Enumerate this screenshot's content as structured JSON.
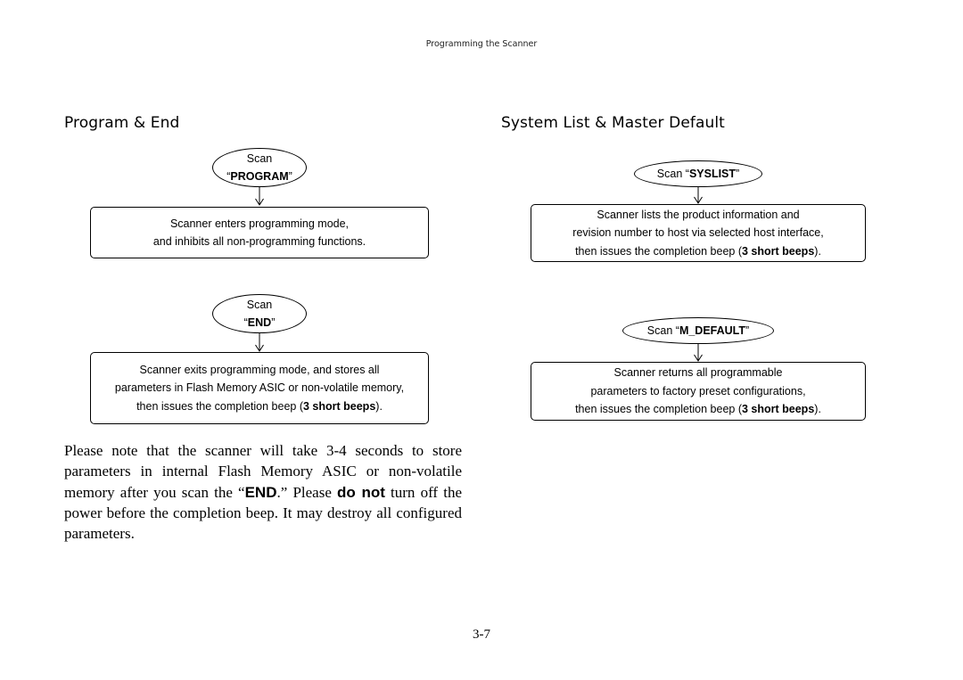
{
  "header": "Programming the Scanner",
  "page_number": "3-7",
  "left": {
    "title": "Program & End",
    "program_flow": {
      "oval_line1": "Scan",
      "oval_quote_open": "“",
      "oval_code": "PROGRAM",
      "oval_quote_close": "”",
      "result_line1": "Scanner enters programming mode,",
      "result_line2": "and inhibits all non-programming functions."
    },
    "end_flow": {
      "oval_line1": "Scan",
      "oval_quote_open": "“",
      "oval_code": "END",
      "oval_quote_close": "”",
      "result_line1": "Scanner exits programming mode, and stores all",
      "result_line2": "parameters in Flash Memory ASIC or non-volatile memory,",
      "result_line3_pre": "then issues the completion beep (",
      "result_line3_bold": "3 short beeps",
      "result_line3_post": ")."
    }
  },
  "right": {
    "title": "System List & Master Default",
    "syslist_flow": {
      "oval_pre": "Scan “",
      "oval_code": "SYSLIST",
      "oval_post": "”",
      "result_line1": "Scanner lists the product information and",
      "result_line2": "revision number to host via selected host interface,",
      "result_line3_pre": "then issues the completion beep (",
      "result_line3_bold": "3 short beeps",
      "result_line3_post": ")."
    },
    "mdefault_flow": {
      "oval_pre": "Scan “",
      "oval_code": "M_DEFAULT",
      "oval_post": "”",
      "result_line1": "Scanner returns all programmable",
      "result_line2": "parameters to factory preset configurations,",
      "result_line3_pre": "then issues the completion beep (",
      "result_line3_bold": "3 short beeps",
      "result_line3_post": ")."
    }
  },
  "note": {
    "part1": "Please note that the scanner will take 3-4 seconds to store parameters in internal Flash Memory ASIC or non-volatile memory after you scan the “",
    "end_word": "END",
    "part2": ".” Please ",
    "do_not": "do not",
    "part3": " turn off the power before the completion beep. It may destroy all configured parameters."
  }
}
